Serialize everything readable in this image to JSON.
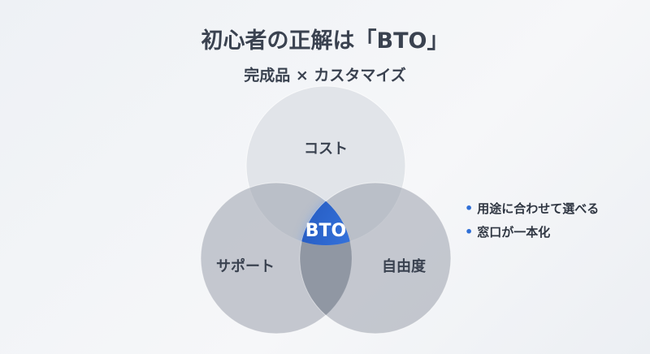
{
  "title": "初心者の正解は「BTO」",
  "subtitle": "完成品 × カスタマイズ",
  "venn": {
    "sets": [
      "コスト",
      "サポート",
      "自由度"
    ],
    "center_label": "BTO",
    "center_color": "#2d6ad4"
  },
  "bullets": [
    "用途に合わせて選べる",
    "窓口が一本化"
  ]
}
